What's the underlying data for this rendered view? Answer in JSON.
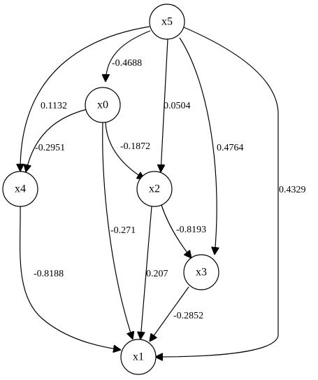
{
  "nodes": [
    {
      "id": "x5",
      "label": "x5"
    },
    {
      "id": "x0",
      "label": "x0"
    },
    {
      "id": "x4",
      "label": "x4"
    },
    {
      "id": "x2",
      "label": "x2"
    },
    {
      "id": "x3",
      "label": "x3"
    },
    {
      "id": "x1",
      "label": "x1"
    }
  ],
  "edges": [
    {
      "from": "x5",
      "to": "x0",
      "weight": "-0.4688"
    },
    {
      "from": "x5",
      "to": "x4",
      "weight": "0.1132"
    },
    {
      "from": "x5",
      "to": "x2",
      "weight": "0.0504"
    },
    {
      "from": "x5",
      "to": "x3",
      "weight": "0.4764"
    },
    {
      "from": "x5",
      "to": "x1",
      "weight": "0.4329"
    },
    {
      "from": "x0",
      "to": "x4",
      "weight": "-0.2951"
    },
    {
      "from": "x0",
      "to": "x2",
      "weight": "-0.1872"
    },
    {
      "from": "x0",
      "to": "x1",
      "weight": "-0.271"
    },
    {
      "from": "x4",
      "to": "x1",
      "weight": "-0.8188"
    },
    {
      "from": "x2",
      "to": "x3",
      "weight": "-0.8193"
    },
    {
      "from": "x2",
      "to": "x1",
      "weight": "0.207"
    },
    {
      "from": "x3",
      "to": "x1",
      "weight": "-0.2852"
    }
  ]
}
